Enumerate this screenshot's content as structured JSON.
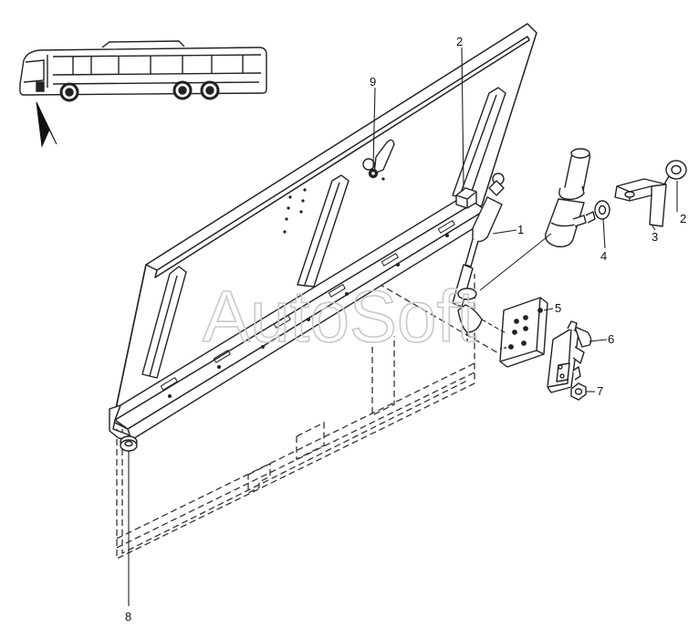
{
  "watermark": "AutoSoft",
  "callouts": [
    {
      "id": "label-1",
      "text": "1"
    },
    {
      "id": "label-2-top",
      "text": "2"
    },
    {
      "id": "label-2-right",
      "text": "2"
    },
    {
      "id": "label-3",
      "text": "3"
    },
    {
      "id": "label-4",
      "text": "4"
    },
    {
      "id": "label-5",
      "text": "5"
    },
    {
      "id": "label-6",
      "text": "6"
    },
    {
      "id": "label-7",
      "text": "7"
    },
    {
      "id": "label-8",
      "text": "8"
    },
    {
      "id": "label-9",
      "text": "9"
    }
  ],
  "colors": {
    "line": "#222222",
    "dash": "#333333",
    "watermark": "#c9c9c9",
    "background": "#ffffff"
  }
}
